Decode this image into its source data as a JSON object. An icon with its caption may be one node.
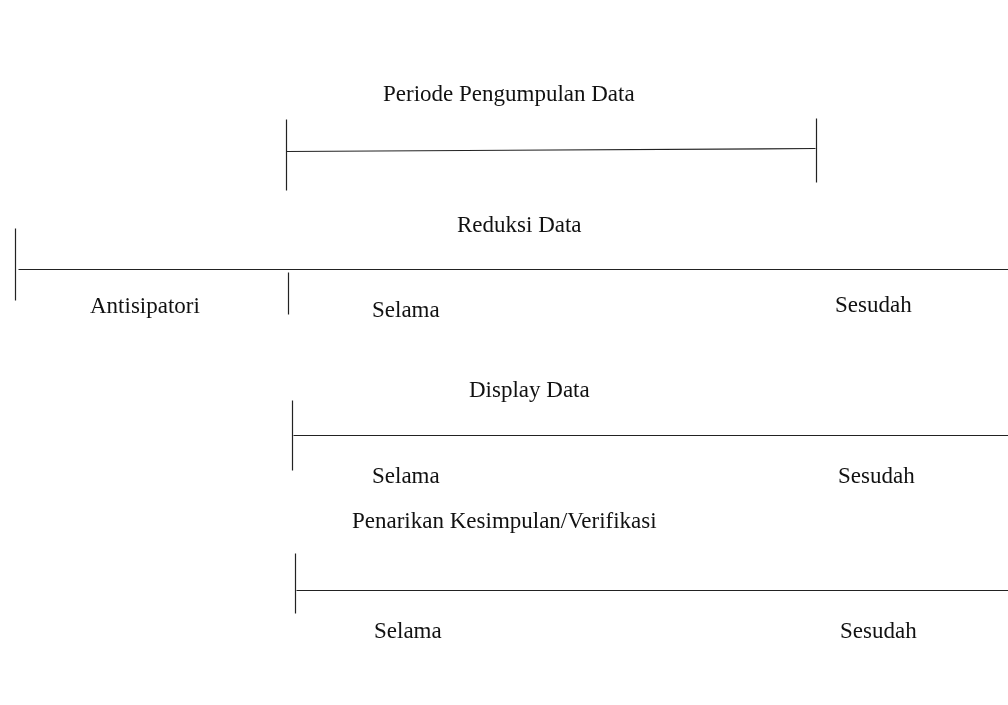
{
  "diagram": {
    "labels": [
      "Periode Pengumpulan Data",
      "Reduksi Data",
      "Antisipatori",
      "Selama",
      "Sesudah",
      "Display Data",
      "Selama",
      "Sesudah",
      "Penarikan Kesimpulan/Verifikasi",
      "Selama",
      "Sesudah"
    ]
  }
}
